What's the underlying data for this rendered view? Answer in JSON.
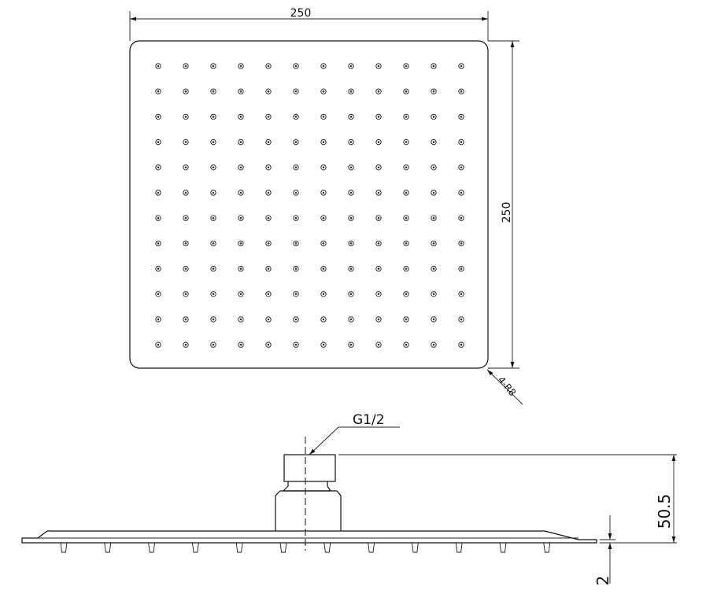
{
  "top_view": {
    "width_label": "250",
    "height_label": "250",
    "corner_label": "4-R8",
    "nozzle_grid": {
      "columns": 12,
      "rows": 12
    }
  },
  "side_view": {
    "thread_label": "G1/2",
    "height_label": "50.5",
    "plate_label": "2",
    "nozzle_count": 12
  }
}
